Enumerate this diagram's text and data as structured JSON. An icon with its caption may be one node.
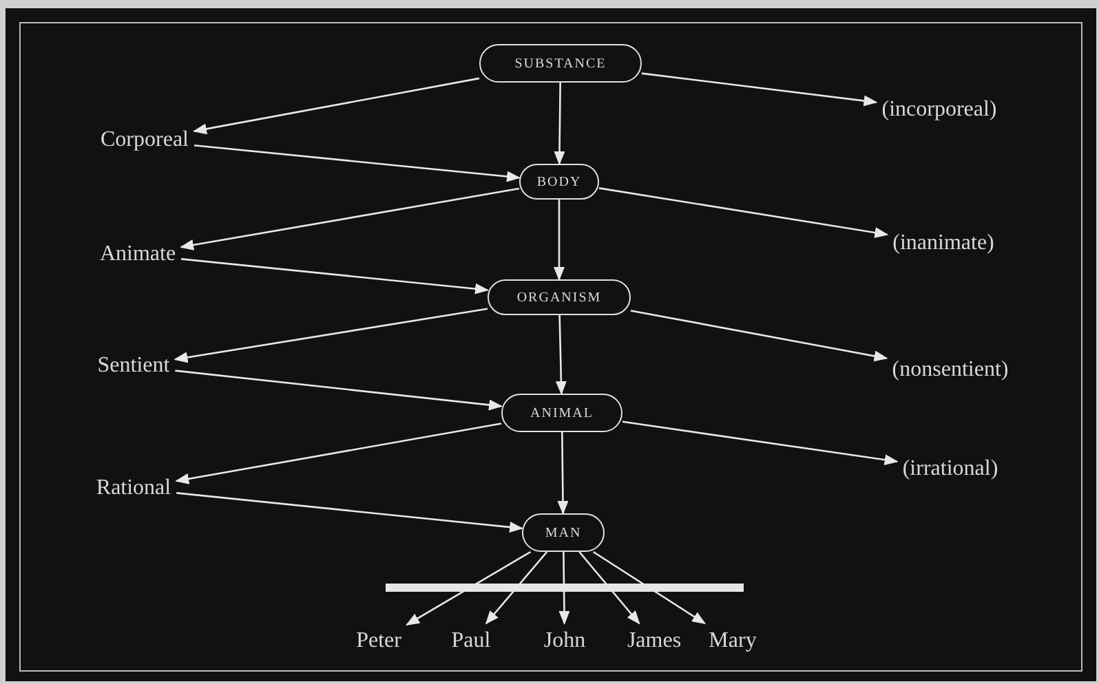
{
  "diagram": {
    "nodes": [
      {
        "text": [
          "SUBSTANCE"
        ]
      },
      {
        "text": [
          "Corporeal"
        ]
      },
      {
        "text": [
          "(incorporeal)"
        ]
      },
      {
        "text": [
          "BODY"
        ]
      },
      {
        "text": [
          "Animate"
        ]
      },
      {
        "text": [
          "(inanimate)"
        ]
      },
      {
        "text": [
          "ORGANISM"
        ]
      },
      {
        "text": [
          "Sentient"
        ]
      },
      {
        "text": [
          "(nonsentient)"
        ]
      },
      {
        "text": [
          "ANIMAL"
        ]
      },
      {
        "text": [
          "Rational"
        ]
      },
      {
        "text": [
          "(irrational)"
        ]
      },
      {
        "text": [
          "MAN"
        ]
      },
      {
        "text": [
          "Peter"
        ]
      },
      {
        "text": [
          "Paul"
        ]
      },
      {
        "text": [
          "John"
        ]
      },
      {
        "text": [
          "James"
        ]
      },
      {
        "text": [
          "Mary"
        ]
      }
    ],
    "edges": [
      {
        "from": 0,
        "to": 1,
        "arrow": "to"
      },
      {
        "from": 0,
        "to": 2,
        "arrow": "to"
      },
      {
        "from": 0,
        "to": 3,
        "arrow": "to"
      },
      {
        "from": 1,
        "to": 3,
        "arrow": "to"
      },
      {
        "from": 3,
        "to": 4,
        "arrow": "to"
      },
      {
        "from": 3,
        "to": 5,
        "arrow": "to"
      },
      {
        "from": 3,
        "to": 6,
        "arrow": "to"
      },
      {
        "from": 4,
        "to": 6,
        "arrow": "to"
      },
      {
        "from": 6,
        "to": 7,
        "arrow": "to"
      },
      {
        "from": 6,
        "to": 8,
        "arrow": "to"
      },
      {
        "from": 6,
        "to": 9,
        "arrow": "to"
      },
      {
        "from": 7,
        "to": 9,
        "arrow": "to"
      },
      {
        "from": 9,
        "to": 10,
        "arrow": "to"
      },
      {
        "from": 9,
        "to": 11,
        "arrow": "to"
      },
      {
        "from": 9,
        "to": 12,
        "arrow": "to"
      },
      {
        "from": 10,
        "to": 12,
        "arrow": "to"
      },
      {
        "from": 12,
        "to": 13,
        "arrow": "to"
      },
      {
        "from": 12,
        "to": 14,
        "arrow": "to"
      },
      {
        "from": 12,
        "to": 15,
        "arrow": "to"
      },
      {
        "from": 12,
        "to": 16,
        "arrow": "to"
      },
      {
        "from": 12,
        "to": 17,
        "arrow": "to"
      }
    ]
  }
}
